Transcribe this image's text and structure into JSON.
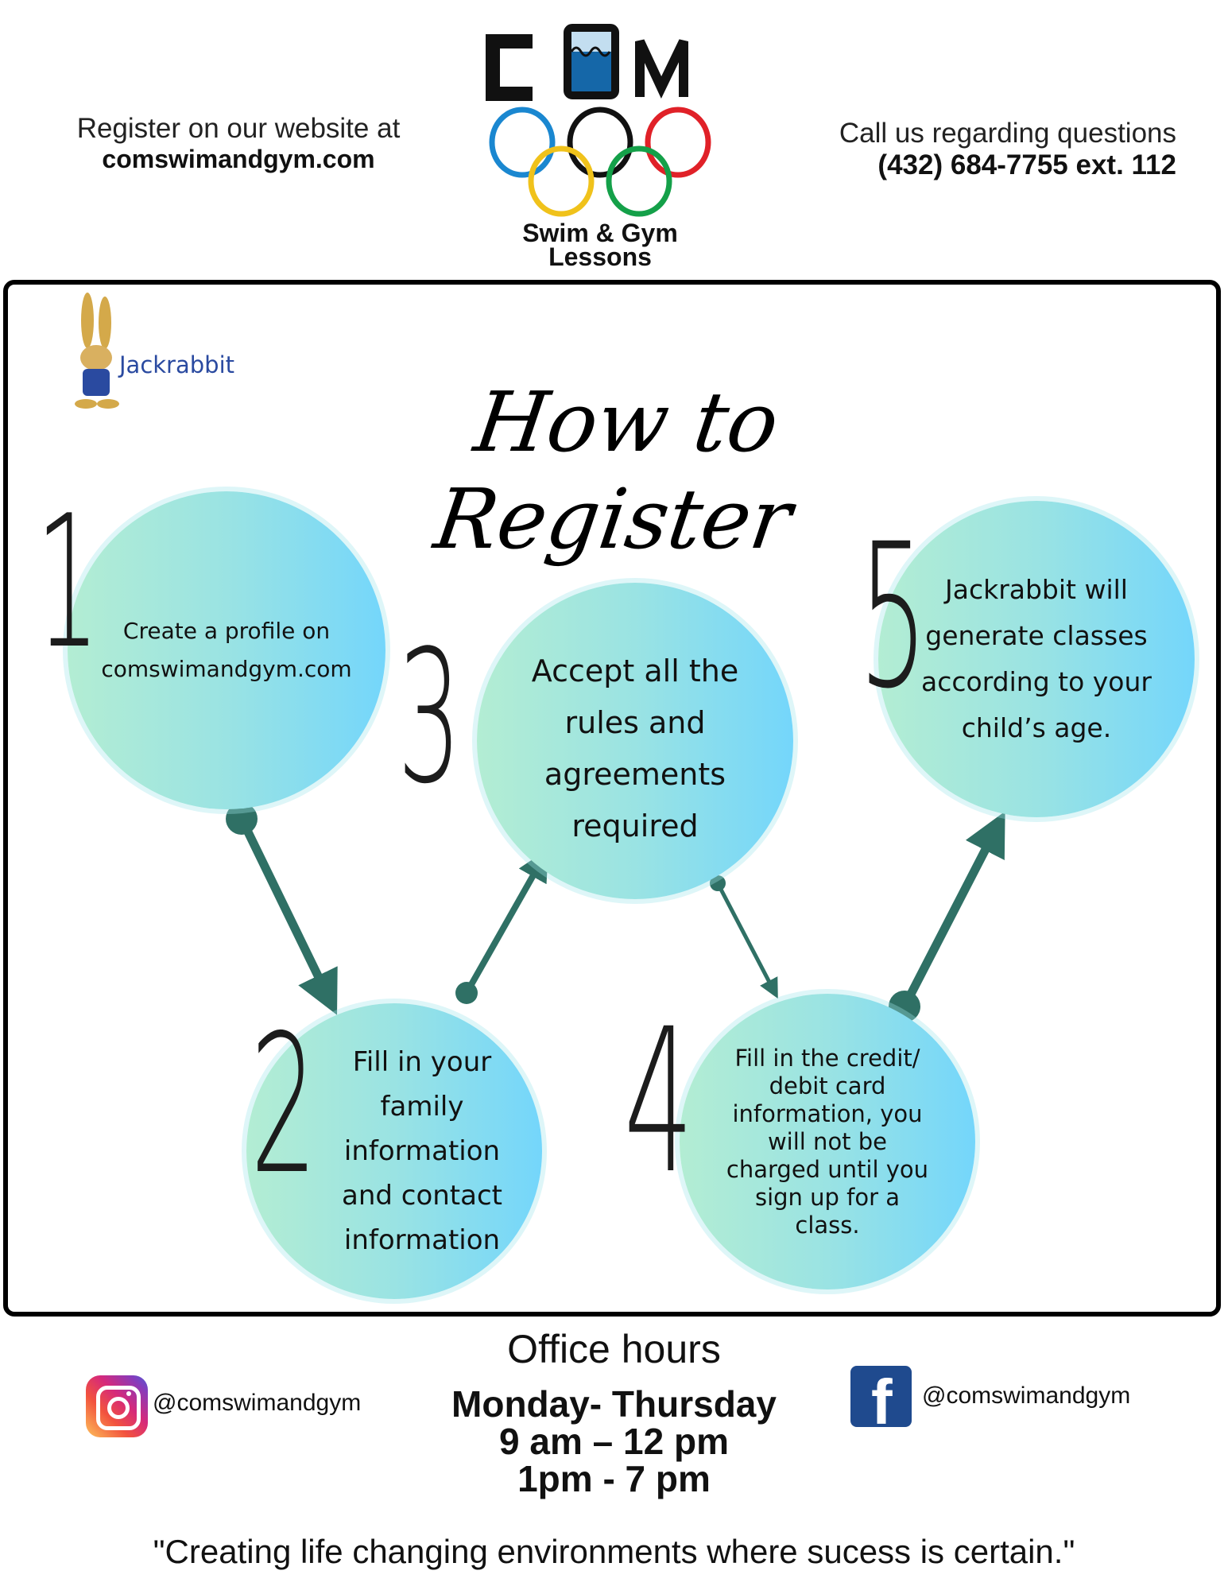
{
  "header": {
    "register_line": "Register on our website at",
    "website": "comswimandgym.com",
    "call_line": "Call us regarding questions",
    "phone": "(432) 684-7755 ext. 112"
  },
  "logo": {
    "wordmark": "COM",
    "subtitle_1": "Swim & Gym",
    "subtitle_2": "Lessons",
    "ring_colors": [
      "#1a87d0",
      "#111111",
      "#e02128",
      "#f0c21b",
      "#14a049"
    ]
  },
  "jackrabbit": {
    "label": "Jackrabbit"
  },
  "main": {
    "title": "How to Register",
    "steps": [
      {
        "number": "1",
        "text": "Create a profile on\ncomswimandgym.com"
      },
      {
        "number": "2",
        "text": "Fill in your\nfamily\ninformation\nand contact\ninformation"
      },
      {
        "number": "3",
        "text": "Accept all the\nrules and\nagreements\nrequired"
      },
      {
        "number": "4",
        "text": "Fill in the credit/\ndebit card\ninformation, you\nwill not be\ncharged until you\nsign up for a\nclass."
      },
      {
        "number": "5",
        "text": "Jackrabbit will\ngenerate classes\naccording to your\nchild’s age."
      }
    ],
    "arrow_color": "#2f7065"
  },
  "footer": {
    "office_hours_label": "Office hours",
    "days": "Monday- Thursday",
    "hours_1": "9 am – 12 pm",
    "hours_2": "1pm - 7 pm",
    "instagram_handle": "@comswimandgym",
    "facebook_handle": "@comswimandgym",
    "quote": "\"Creating life changing environments where sucess is certain.\""
  }
}
